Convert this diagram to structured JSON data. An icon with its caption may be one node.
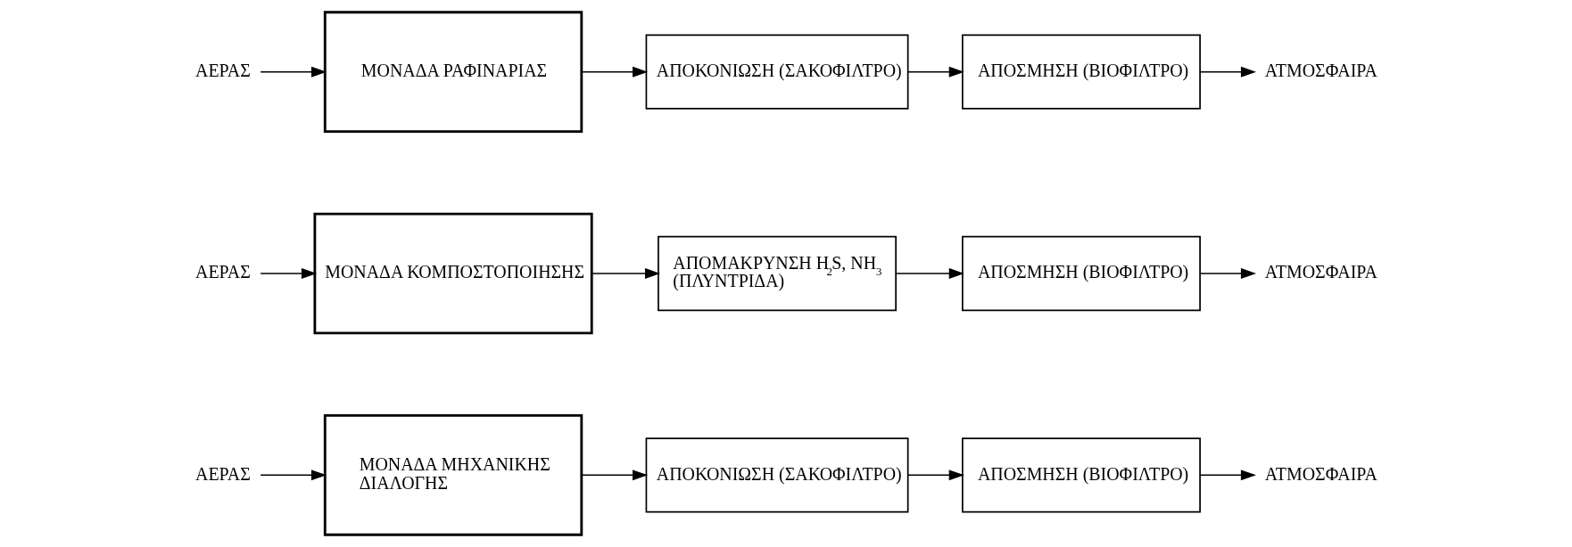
{
  "diagram": {
    "nodes": [
      {
        "text": [
          "ΑΕΡΑΣ"
        ]
      },
      {
        "text": [
          "ΜΟΝΑΔΑ ΜΗΧΑΝΙΚΗΣ ΔΙΑΛΟΓΗΣ"
        ]
      },
      {
        "text": [
          "ΑΠΟΚΟΝΙΩΣΗ (ΣΑΚΟΦΙΛΤΡΟ)"
        ]
      },
      {
        "text": [
          "ΑΠΟΣΜΗΣΗ (ΒΙΟΦΙΛΤΡΟ)"
        ]
      },
      {
        "text": [
          "ΑΤΜΟΣΦΑΙΡΑ"
        ]
      },
      {
        "text": [
          "ΑΕΡΑΣ"
        ]
      },
      {
        "text": [
          "ΜΟΝΑΔΑ ΚΟΜΠΟΣΤΟΠΟΙΗΣΗΣ"
        ]
      },
      {
        "text": [
          "ΑΠΟΜΑΚΡΥΝΣΗ H$_{2}$S, NH$_{3}$ (ΠΛΥΝΤΡΙΔΑ)"
        ]
      },
      {
        "text": [
          "ΑΠΟΣΜΗΣΗ (ΒΙΟΦΙΛΤΡΟ)"
        ]
      },
      {
        "text": [
          "ΑΤΜΟΣΦΑΙΡΑ"
        ]
      },
      {
        "text": [
          "ΑΕΡΑΣ"
        ]
      },
      {
        "text": [
          "ΜΟΝΑΔΑ ΡΑΦΙΝΑΡΙΑΣ"
        ]
      },
      {
        "text": [
          "ΑΠΟΚΟΝΙΩΣΗ (ΣΑΚΟΦΙΛΤΡΟ)"
        ]
      },
      {
        "text": [
          "ΑΠΟΣΜΗΣΗ (ΒΙΟΦΙΛΤΡΟ)"
        ]
      },
      {
        "text": [
          "ΑΤΜΟΣΦΑΙΡΑ"
        ]
      }
    ],
    "edges": [
      {
        "from": 0,
        "to": 1,
        "arrow": "to"
      },
      {
        "from": 1,
        "to": 2,
        "arrow": "to"
      },
      {
        "from": 2,
        "to": 3,
        "arrow": "to"
      },
      {
        "from": 3,
        "to": 4,
        "arrow": "to"
      },
      {
        "from": 5,
        "to": 6,
        "arrow": "to"
      },
      {
        "from": 6,
        "to": 7,
        "arrow": "to"
      },
      {
        "from": 7,
        "to": 8,
        "arrow": "to"
      },
      {
        "from": 8,
        "to": 9,
        "arrow": "to"
      },
      {
        "from": 10,
        "to": 11,
        "arrow": "to"
      },
      {
        "from": 11,
        "to": 12,
        "arrow": "to"
      },
      {
        "from": 12,
        "to": 13,
        "arrow": "to"
      },
      {
        "from": 13,
        "to": 14,
        "arrow": "to"
      }
    ]
  }
}
